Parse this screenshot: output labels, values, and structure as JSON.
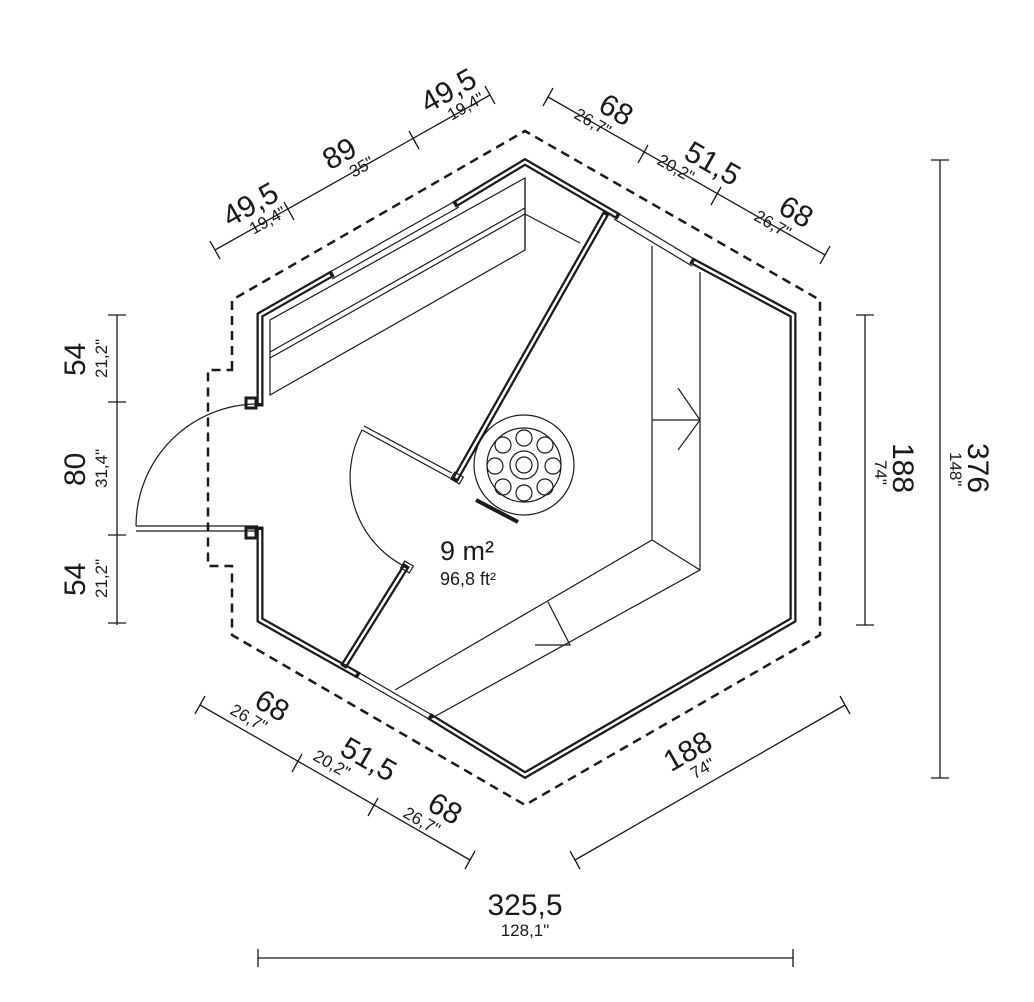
{
  "floor_plan": {
    "area": {
      "metric": "9 m²",
      "imperial": "96,8 ft²"
    },
    "dimensions": {
      "top_left": [
        {
          "cm": "49,5",
          "in": "19,4\""
        },
        {
          "cm": "89",
          "in": "35\""
        },
        {
          "cm": "49,5",
          "in": "19,4\""
        }
      ],
      "top_right": [
        {
          "cm": "68",
          "in": "26,7\""
        },
        {
          "cm": "51,5",
          "in": "20,2\""
        },
        {
          "cm": "68",
          "in": "26,7\""
        }
      ],
      "left": [
        {
          "cm": "54",
          "in": "21,2\""
        },
        {
          "cm": "80",
          "in": "31,4\""
        },
        {
          "cm": "54",
          "in": "21,2\""
        }
      ],
      "bottom_left": [
        {
          "cm": "68",
          "in": "26,7\""
        },
        {
          "cm": "51,5",
          "in": "20,2\""
        },
        {
          "cm": "68",
          "in": "26,7\""
        }
      ],
      "bottom_right": {
        "cm": "188",
        "in": "74\""
      },
      "right_side": {
        "cm": "188",
        "in": "74\""
      },
      "total_height": {
        "cm": "376",
        "in": "148\""
      },
      "total_width": {
        "cm": "325,5",
        "in": "128,1\""
      }
    }
  }
}
